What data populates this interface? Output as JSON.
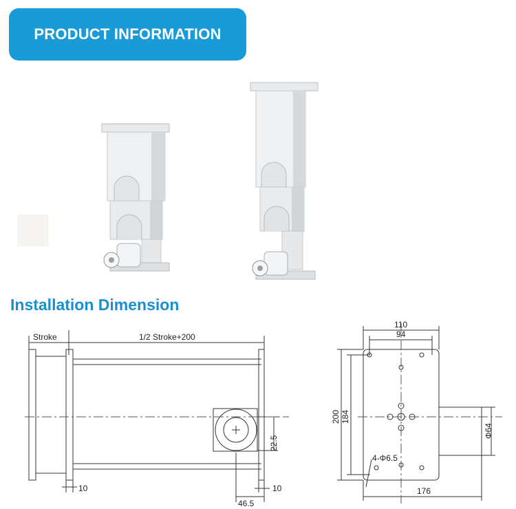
{
  "banner": {
    "title": "PRODUCT INFORMATION",
    "color": "#1a9bd7"
  },
  "section": {
    "title": "Installation Dimension",
    "color": "#1a8fd0"
  },
  "side_view": {
    "labels": {
      "stroke": "Stroke",
      "half_stroke": "1/2 Stroke+200",
      "dim_22_5": "22.5",
      "dim_10_bottom": "10",
      "dim_46_5": "46.5",
      "dim_10_right": "10"
    }
  },
  "top_view": {
    "labels": {
      "dim_110": "110",
      "dim_94": "94",
      "dim_200": "200",
      "dim_184": "184",
      "holes": "4-Φ6.5",
      "dim_64": "Φ64",
      "dim_176": "176"
    }
  }
}
